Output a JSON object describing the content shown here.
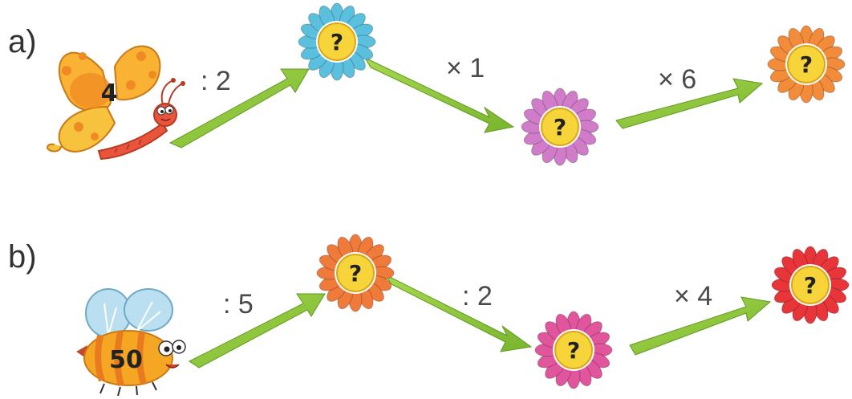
{
  "rows": [
    {
      "label": "a)",
      "start": {
        "kind": "butterfly",
        "value": "4"
      },
      "operations": [
        ":  2",
        "× 1",
        "× 6"
      ],
      "flowers": [
        {
          "text": "?",
          "color": "#5bc0de"
        },
        {
          "text": "?",
          "color": "#d17cc9"
        },
        {
          "text": "?",
          "color": "#f28b3a"
        }
      ]
    },
    {
      "label": "b)",
      "start": {
        "kind": "bee",
        "value": "50"
      },
      "operations": [
        ":  5",
        ":  2",
        "× 4"
      ],
      "flowers": [
        {
          "text": "?",
          "color": "#f07a3a"
        },
        {
          "text": "?",
          "color": "#e0559c"
        },
        {
          "text": "?",
          "color": "#e8353a"
        }
      ]
    }
  ],
  "colors": {
    "arrow": "#8cc63f",
    "flower_center": "#f7d43a",
    "butterfly_wing": "#f9b233",
    "bee_body": "#f5a623"
  }
}
